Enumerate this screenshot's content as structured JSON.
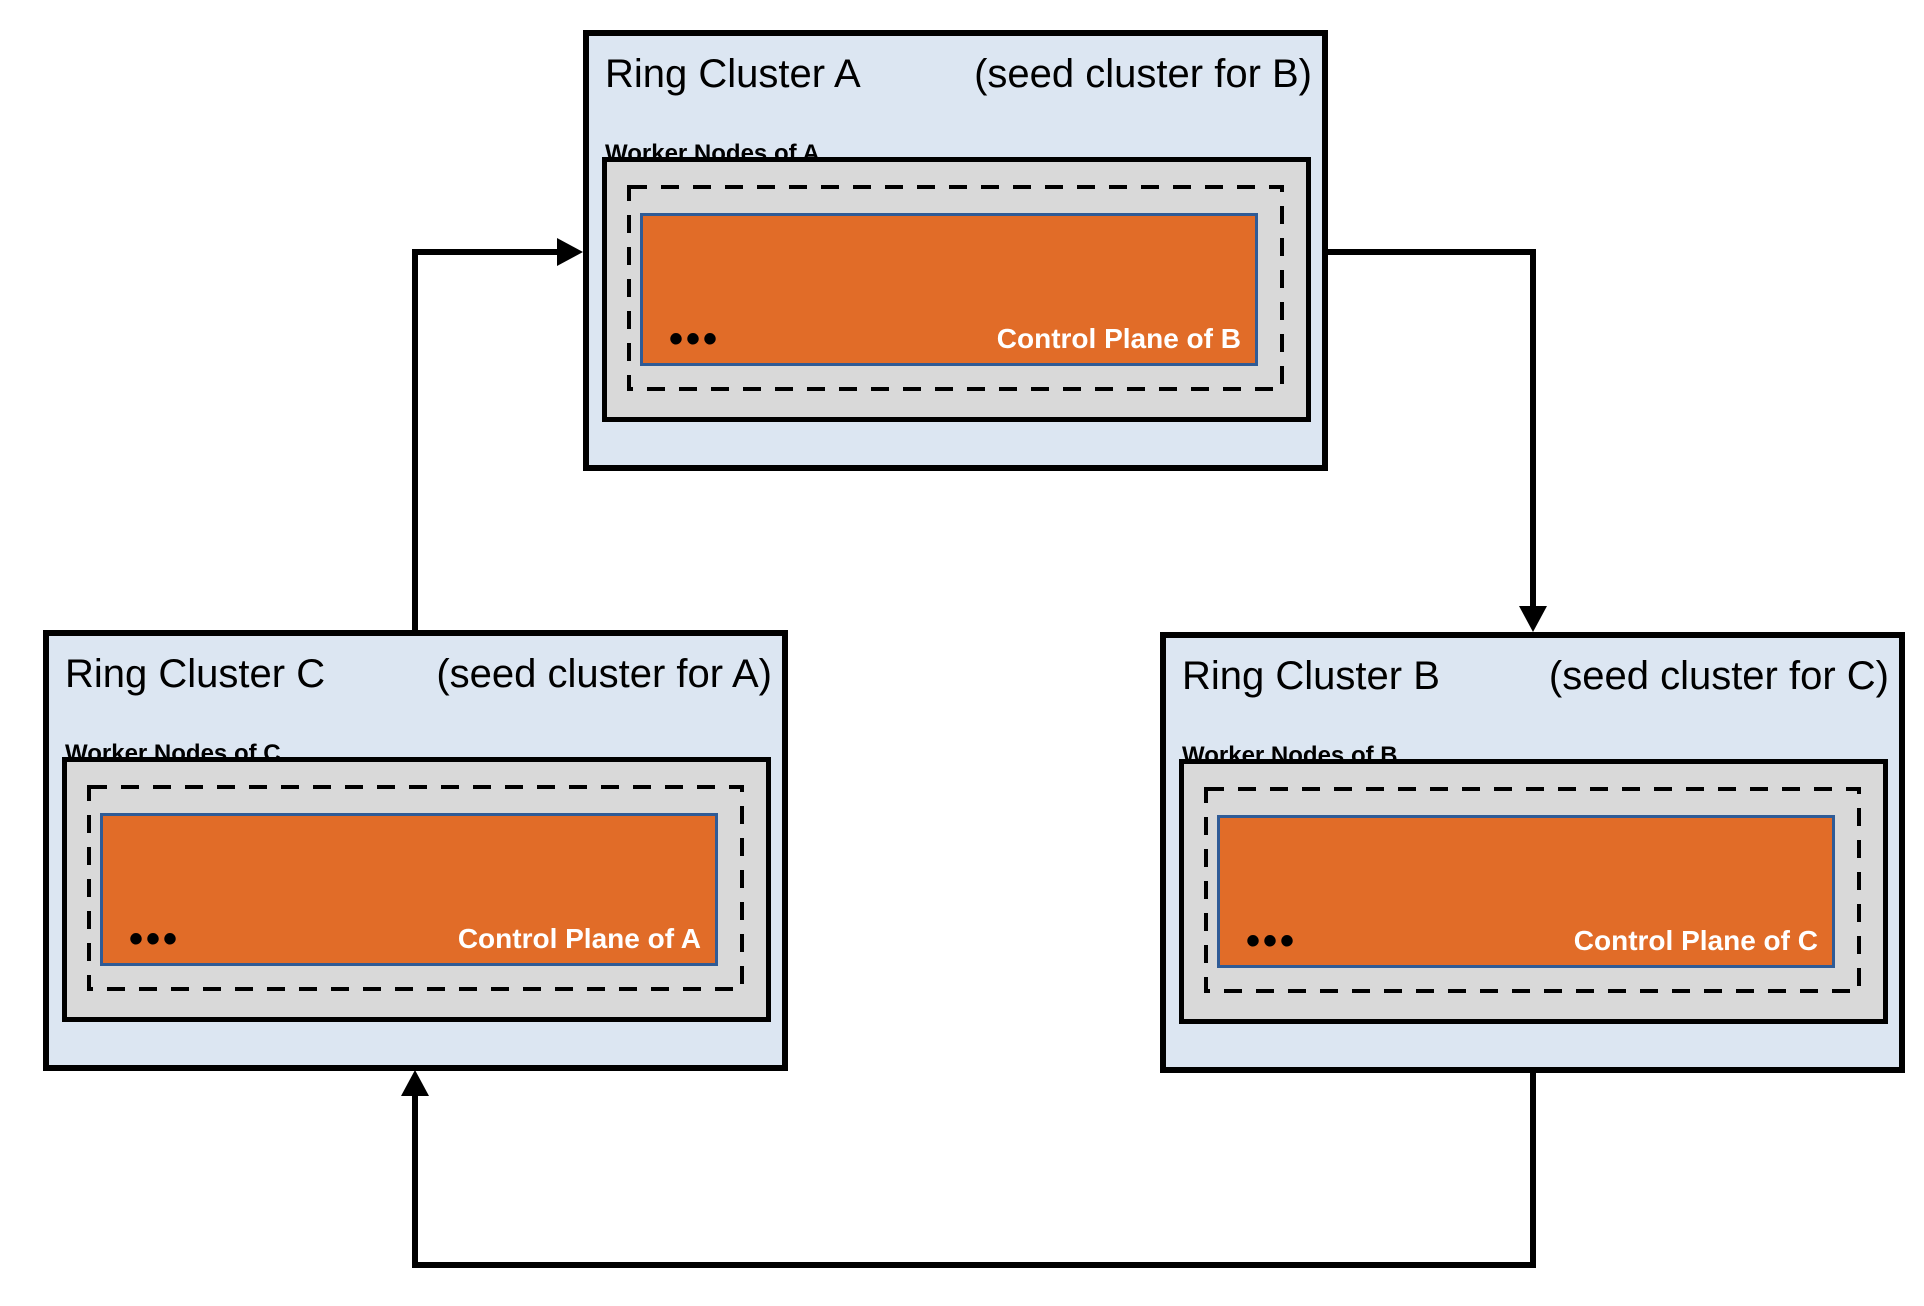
{
  "diagram": {
    "colors": {
      "cluster_bg": "#DCE6F2",
      "worker_bg": "#D9D9D9",
      "control_plane_bg": "#E16C28",
      "control_plane_border": "#2F5B96",
      "line": "#000000"
    },
    "clusters": [
      {
        "id": "A",
        "title": "Ring Cluster A",
        "subtitle": "(seed cluster for B)",
        "worker_label": "Worker Nodes of A",
        "control_plane_label": "Control Plane of B",
        "dots": "•••"
      },
      {
        "id": "B",
        "title": "Ring Cluster B",
        "subtitle": "(seed cluster for C)",
        "worker_label": "Worker Nodes of B",
        "control_plane_label": "Control Plane of C",
        "dots": "•••"
      },
      {
        "id": "C",
        "title": "Ring Cluster C",
        "subtitle": "(seed cluster for A)",
        "worker_label": "Worker Nodes of C",
        "control_plane_label": "Control Plane of A",
        "dots": "•••"
      }
    ],
    "arrows": [
      {
        "from": "Ring Cluster C",
        "to": "Ring Cluster A"
      },
      {
        "from": "Ring Cluster A",
        "to": "Ring Cluster B"
      },
      {
        "from": "Ring Cluster B",
        "to": "Ring Cluster C"
      }
    ]
  }
}
